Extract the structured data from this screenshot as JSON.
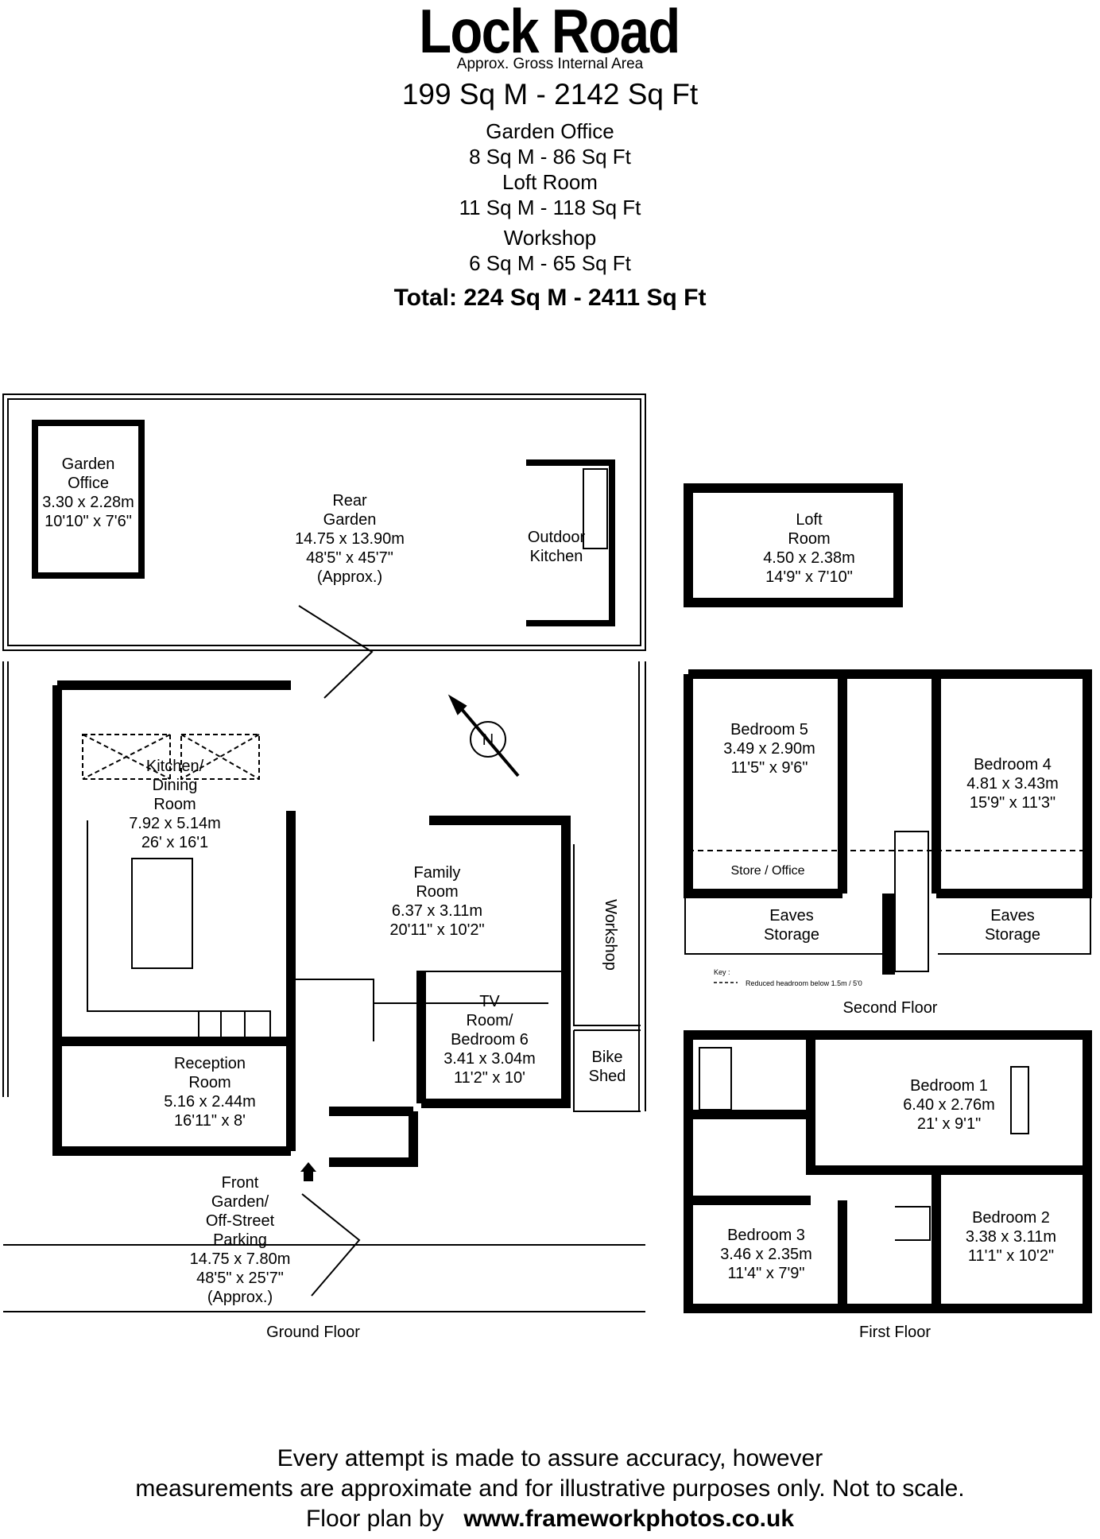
{
  "header": {
    "title": "Lock Road",
    "subtitle": "Approx. Gross Internal Area",
    "main_area": "199 Sq M - 2142 Sq Ft",
    "outbuildings": [
      {
        "name": "Garden Office",
        "area": "8 Sq M  -  86 Sq Ft"
      },
      {
        "name": "Loft Room",
        "area": "11 Sq M  -  118 Sq Ft"
      },
      {
        "name": "Workshop",
        "area": "6 Sq M  -  65 Sq Ft"
      }
    ],
    "total": "Total: 224 Sq M - 2411 Sq Ft"
  },
  "rooms": {
    "garden_office": {
      "l1": "Garden",
      "l2": "Office",
      "l3": "3.30 x 2.28m",
      "l4": "10'10\" x 7'6\""
    },
    "rear_garden": {
      "l1": "Rear",
      "l2": "Garden",
      "l3": "14.75 x 13.90m",
      "l4": "48'5\" x 45'7\"",
      "l5": "(Approx.)"
    },
    "outdoor_kitchen": {
      "l1": "Outdoor",
      "l2": "Kitchen"
    },
    "loft_room": {
      "l1": "Loft",
      "l2": "Room",
      "l3": "4.50 x 2.38m",
      "l4": "14'9\" x 7'10\""
    },
    "kitchen": {
      "l1": "Kitchen/",
      "l2": "Dining",
      "l3": "Room",
      "l4": "7.92 x 5.14m",
      "l5": "26' x 16'1"
    },
    "family_room": {
      "l1": "Family",
      "l2": "Room",
      "l3": "6.37 x 3.11m",
      "l4": "20'11\" x 10'2\""
    },
    "workshop": {
      "l1": "Workshop"
    },
    "tv_room": {
      "l1": "TV",
      "l2": "Room/",
      "l3": "Bedroom 6",
      "l4": "3.41 x 3.04m",
      "l5": "11'2\" x 10'"
    },
    "bike_shed": {
      "l1": "Bike",
      "l2": "Shed"
    },
    "reception": {
      "l1": "Reception",
      "l2": "Room",
      "l3": "5.16 x 2.44m",
      "l4": "16'11\" x 8'"
    },
    "front_garden": {
      "l1": "Front",
      "l2": "Garden/",
      "l3": "Off-Street",
      "l4": "Parking",
      "l5": "14.75 x 7.80m",
      "l6": "48'5\" x 25'7\"",
      "l7": "(Approx.)"
    },
    "bedroom5": {
      "l1": "Bedroom 5",
      "l2": "3.49 x 2.90m",
      "l3": "11'5\" x 9'6\""
    },
    "bedroom4": {
      "l1": "Bedroom 4",
      "l2": "4.81 x 3.43m",
      "l3": "15'9\" x 11'3\""
    },
    "store_office": {
      "l1": "Store / Office"
    },
    "eaves_left": {
      "l1": "Eaves",
      "l2": "Storage"
    },
    "eaves_right": {
      "l1": "Eaves",
      "l2": "Storage"
    },
    "bedroom1": {
      "l1": "Bedroom 1",
      "l2": "6.40 x 2.76m",
      "l3": "21' x 9'1\""
    },
    "bedroom3": {
      "l1": "Bedroom 3",
      "l2": "3.46 x 2.35m",
      "l3": "11'4\" x 7'9\""
    },
    "bedroom2": {
      "l1": "Bedroom 2",
      "l2": "3.38 x 3.11m",
      "l3": "11'1\" x 10'2\""
    }
  },
  "key": {
    "title": "Key :",
    "item": "Reduced headroom below 1.5m / 5'0"
  },
  "compass": {
    "letter": "N"
  },
  "floors": {
    "ground": "Ground Floor",
    "second": "Second Floor",
    "first": "First Floor"
  },
  "footer": {
    "line1": "Every attempt is made to assure accuracy, however",
    "line2": "measurements are approximate and for illustrative purposes only. Not to scale.",
    "credit_prefix": "Floor plan by",
    "credit_url": "www.frameworkphotos.co.uk"
  }
}
